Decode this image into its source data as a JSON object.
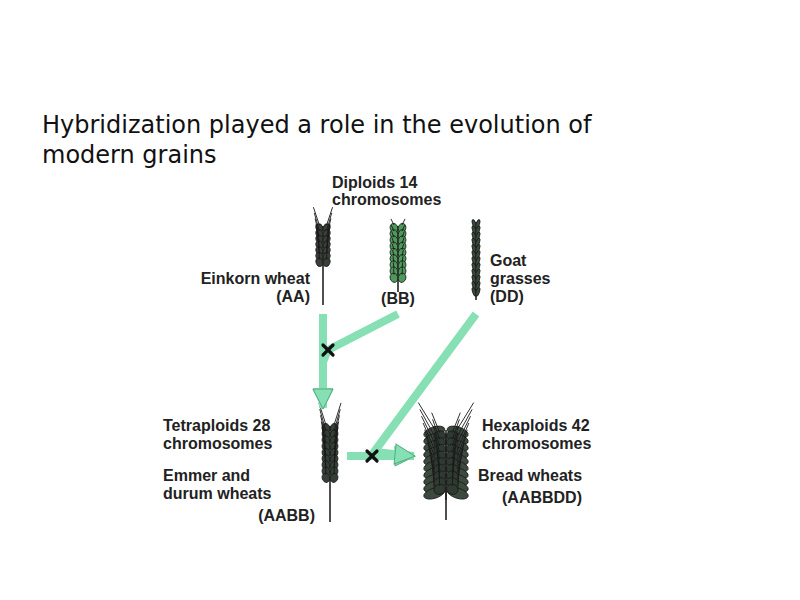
{
  "diagram": {
    "title": "Hybridization played a role in the evolution of modern grains",
    "nodes": [
      {
        "text": [
          "Einkorn wheat",
          "(AA)"
        ]
      },
      {
        "text": [
          "(BB)"
        ]
      },
      {
        "text": [
          "Goat grasses",
          "(DD)"
        ]
      },
      {
        "text": [
          "Tetraploids 28 chromosomes",
          "Emmer and durum wheats",
          "(AABB)"
        ]
      },
      {
        "text": [
          "Hexaploids 42 chromosomes",
          "Bread wheats",
          "(AABBDD)"
        ]
      }
    ],
    "edges": [
      {
        "from": 0,
        "to": 3,
        "arrow": "to"
      },
      {
        "from": 1,
        "to": 3,
        "arrow": "to"
      },
      {
        "from": 3,
        "to": 4,
        "arrow": "to"
      },
      {
        "from": 2,
        "to": 4,
        "arrow": "to"
      }
    ],
    "labels": [
      "Diploids 14 chromosomes"
    ]
  }
}
